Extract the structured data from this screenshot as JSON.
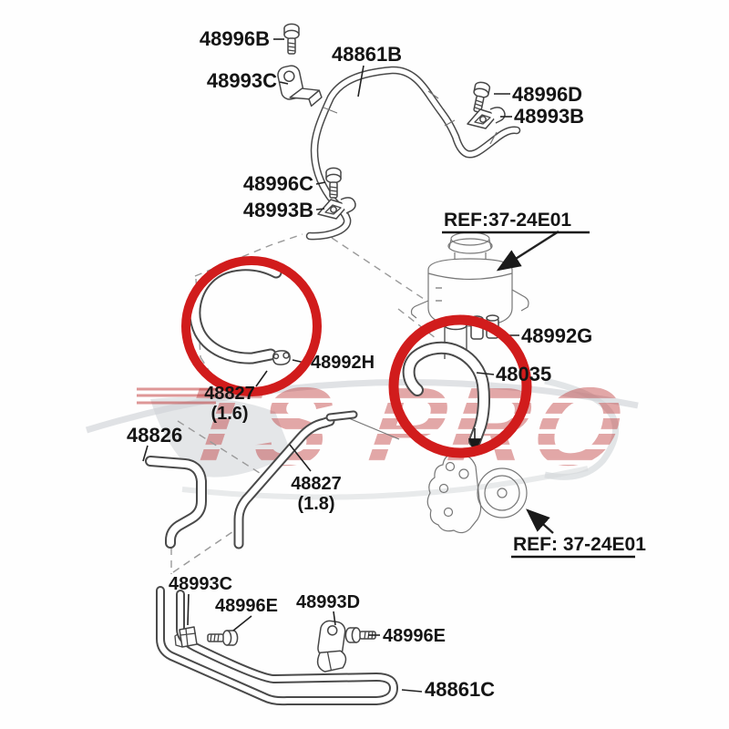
{
  "diagram": {
    "type": "auto-parts-hose-diagram",
    "highlight_color": "#d11c1c",
    "watermark": {
      "text": "TS PRO"
    },
    "refs": {
      "top": "REF:37-24E01",
      "bottom": "REF: 37-24E01"
    },
    "labels": {
      "bolt_top": "48996B",
      "bracket_top": "48993C",
      "hose_top": "48861B",
      "bolt_right": "48996D",
      "clamp_right": "48993B",
      "bolt_mid": "48996C",
      "clamp_mid": "48993B",
      "clamp_res": "48992G",
      "clamp_c_hose": "48992H",
      "hose_pump": "48035",
      "hose_16": "48827",
      "hose_16_size": "(1.6)",
      "hose_left": "48826",
      "hose_18": "48827",
      "hose_18_size": "(1.8)",
      "clamp_bottom": "48993C",
      "bolt_bottom_1": "48996E",
      "bracket_bottom": "48993D",
      "bolt_bottom_2": "48996E",
      "pipe_cooler": "48861C"
    }
  }
}
